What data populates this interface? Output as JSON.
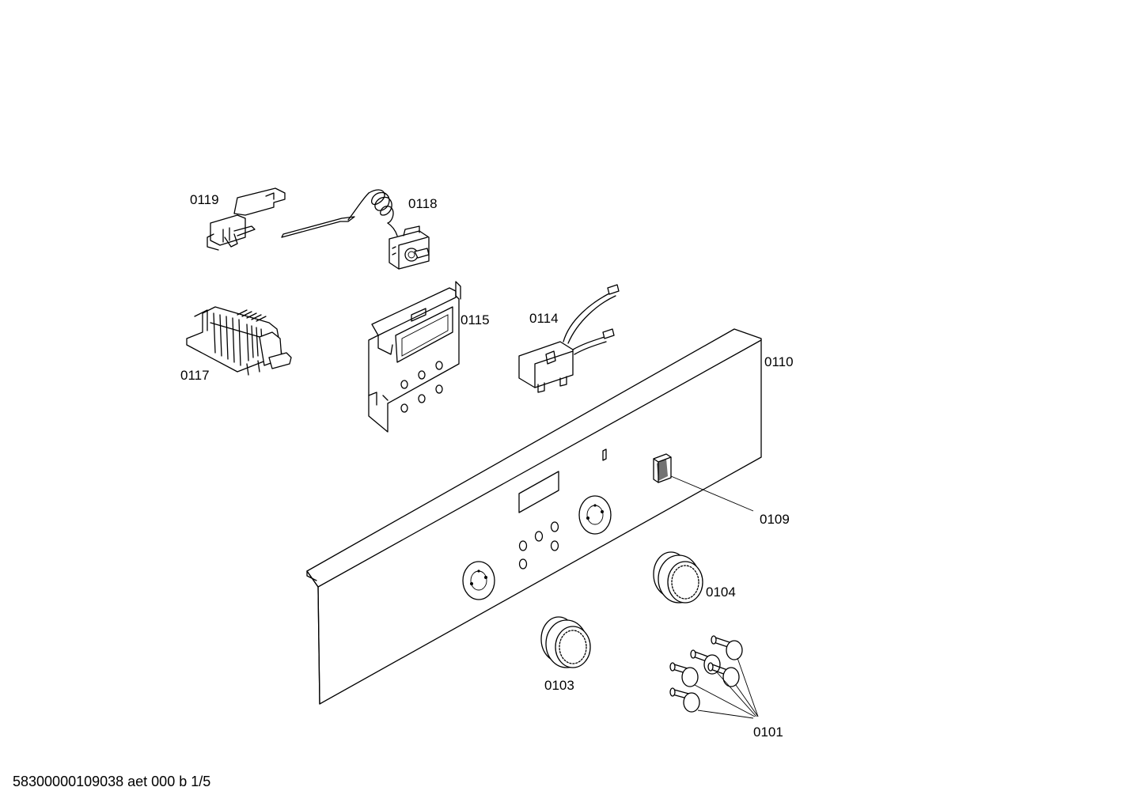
{
  "labels": {
    "p0119": "0119",
    "p0118": "0118",
    "p0117": "0117",
    "p0115": "0115",
    "p0114": "0114",
    "p0110": "0110",
    "p0109": "0109",
    "p0104": "0104",
    "p0103": "0103",
    "p0101": "0101"
  },
  "footer": "58300000109038 aet 000 b 1/5"
}
